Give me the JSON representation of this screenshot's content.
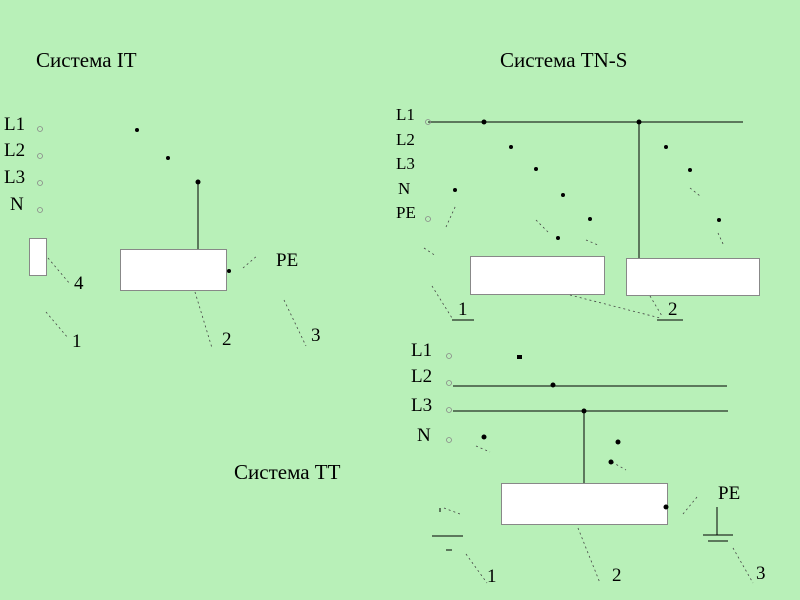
{
  "it": {
    "title": "Система  IT",
    "phases": [
      "L1",
      "L2",
      "L3",
      "N"
    ],
    "pe": "PE",
    "numbers": {
      "n4": "4",
      "n1": "1",
      "n2": "2",
      "n3": "3"
    }
  },
  "tns": {
    "title": "Система TN-S",
    "phases": [
      "L1",
      "L2",
      "L3",
      "N",
      "PE"
    ],
    "numbers": {
      "n1": "1",
      "n2": "2"
    }
  },
  "tt": {
    "title": "Система  TT",
    "phases": [
      "L1",
      "L2",
      "L3",
      "N"
    ],
    "pe": "PE",
    "numbers": {
      "n1": "1",
      "n2": "2",
      "n3": "3"
    }
  }
}
